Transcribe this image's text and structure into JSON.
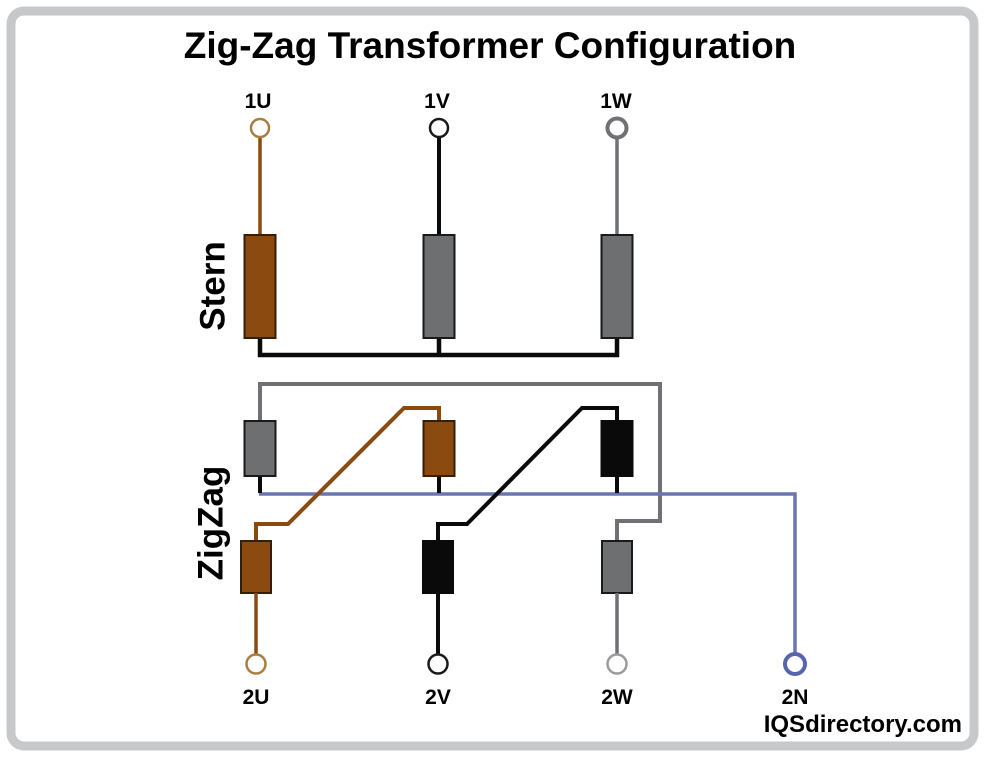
{
  "title": "Zig-Zag Transformer Configuration",
  "watermark": "IQSdirectory.com",
  "sections": {
    "primary_label": "Stern",
    "secondary_label": "ZigZag"
  },
  "terminals": {
    "top": [
      {
        "id": "1U",
        "color_name": "brown"
      },
      {
        "id": "1V",
        "color_name": "black"
      },
      {
        "id": "1W",
        "color_name": "gray"
      }
    ],
    "bottom": [
      {
        "id": "2U",
        "color_name": "brown"
      },
      {
        "id": "2V",
        "color_name": "black"
      },
      {
        "id": "2W",
        "color_name": "gray"
      },
      {
        "id": "2N",
        "color_name": "blue"
      }
    ]
  },
  "windings": {
    "stern_row_colors": [
      "brown",
      "gray",
      "gray"
    ],
    "zig_row_colors": [
      "gray",
      "brown",
      "black"
    ],
    "zag_row_colors": [
      "brown",
      "black",
      "gray"
    ]
  },
  "colors": {
    "brown": "#8a4a10",
    "brown_border": "#33200a",
    "brown_light": "#a87e42",
    "gray": "#707174",
    "gray_fill": "#6e6f71",
    "gray_light": "#9a9b9d",
    "gray_border": "#1a1a1a",
    "black": "#0a0a0a",
    "blue": "#6a76b2",
    "blue_terminal": "#5765ae",
    "frame": "#c7c8ca",
    "text": "#000000",
    "background": "#ffffff"
  }
}
